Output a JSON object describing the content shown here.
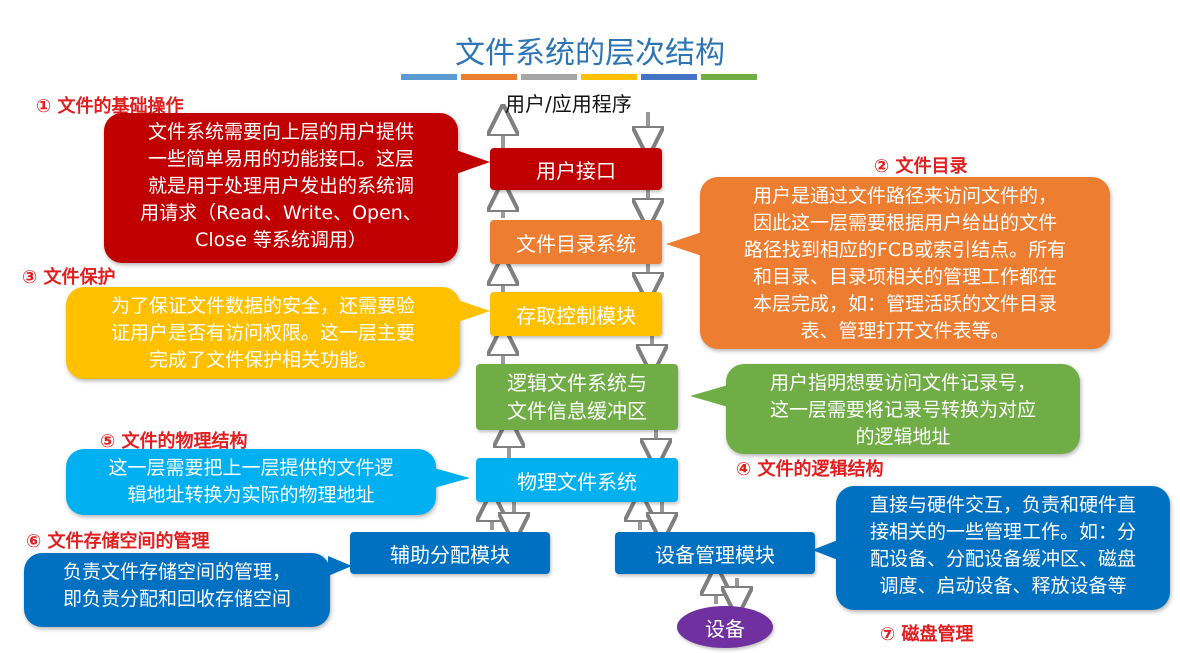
{
  "title": "文件系统的层次结构",
  "top_label": "用户/应用程序",
  "colors": {
    "bars": [
      "#5b9bd5",
      "#ed7d31",
      "#a5a5a5",
      "#ffc000",
      "#4472c4",
      "#70ad47"
    ],
    "red": "#c00000",
    "orange": "#ed7d31",
    "yellow": "#ffc000",
    "green": "#70ad47",
    "cyan": "#00b0f0",
    "blue": "#0070c0",
    "purple": "#7030a0",
    "heading": "#e02020"
  },
  "layers": {
    "user_interface": "用户接口",
    "file_directory": "文件目录系统",
    "access_control": "存取控制模块",
    "logical_fs": "逻辑文件系统与\n文件信息缓冲区",
    "physical_fs": "物理文件系统",
    "alloc_module": "辅助分配模块",
    "device_module": "设备管理模块",
    "device": "设备"
  },
  "headings": {
    "h1": "① 文件的基础操作",
    "h2": "② 文件目录",
    "h3": "③ 文件保护",
    "h4": "④ 文件的逻辑结构",
    "h5": "⑤ 文件的物理结构",
    "h6": "⑥ 文件存储空间的管理",
    "h7": "⑦ 磁盘管理"
  },
  "callouts": {
    "c1": "文件系统需要向上层的用户提供\n一些简单易用的功能接口。这层\n就是用于处理用户发出的系统调\n用请求（Read、Write、Open、\nClose 等系统调用）",
    "c2": "用户是通过文件路径来访问文件的，\n因此这一层需要根据用户给出的文件\n路径找到相应的FCB或索引结点。所有\n和目录、目录项相关的管理工作都在\n本层完成，如：管理活跃的文件目录\n表、管理打开文件表等。",
    "c3": "为了保证文件数据的安全，还需要验\n证用户是否有访问权限。这一层主要\n完成了文件保护相关功能。",
    "c4": "用户指明想要访问文件记录号，\n这一层需要将记录号转换为对应\n的逻辑地址",
    "c5": "这一层需要把上一层提供的文件逻\n辑地址转换为实际的物理地址",
    "c6": "负责文件存储空间的管理，\n即负责分配和回收存储空间",
    "c7": "直接与硬件交互，负责和硬件直\n接相关的一些管理工作。如：分\n配设备、分配设备缓冲区、磁盘\n调度、启动设备、释放设备等"
  }
}
